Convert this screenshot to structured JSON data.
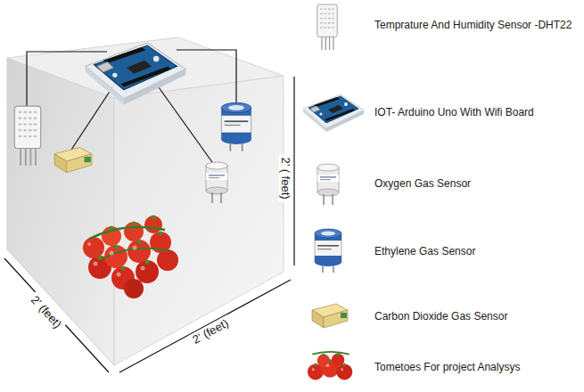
{
  "diagram": {
    "labels": [
      "2’ (feet)",
      "2’ (feet)",
      "2’ ( feet)"
    ],
    "legend": [
      {
        "text": "Temprature And Humidity Sensor -DHT22"
      },
      {
        "text": "IOT- Arduino Uno With Wifi Board"
      },
      {
        "text": "Oxygen Gas Sensor"
      },
      {
        "text": "Ethylene Gas Sensor"
      },
      {
        "text": "Carbon Dioxide Gas Sensor"
      },
      {
        "text": "Tometoes For project Analysys"
      }
    ]
  }
}
